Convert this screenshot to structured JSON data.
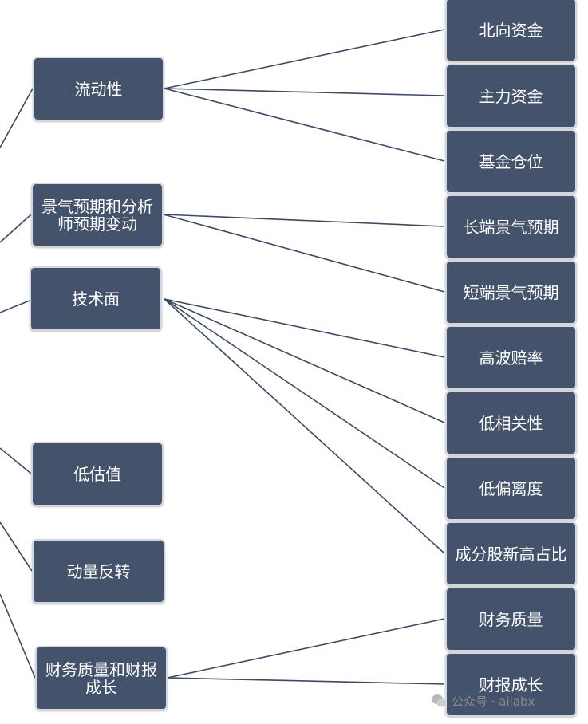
{
  "left_nodes": [
    {
      "id": "l1",
      "label": "流动性"
    },
    {
      "id": "l2",
      "label": "景气预期和分析\n师预期变动"
    },
    {
      "id": "l3",
      "label": "技术面"
    },
    {
      "id": "l4",
      "label": "低估值"
    },
    {
      "id": "l5",
      "label": "动量反转"
    },
    {
      "id": "l6",
      "label": "财务质量和财报\n成长"
    }
  ],
  "right_nodes": [
    {
      "id": "r1",
      "label": "北向资金"
    },
    {
      "id": "r2",
      "label": "主力资金"
    },
    {
      "id": "r3",
      "label": "基金仓位"
    },
    {
      "id": "r4",
      "label": "长端景气预期"
    },
    {
      "id": "r5",
      "label": "短端景气预期"
    },
    {
      "id": "r6",
      "label": "高波赔率"
    },
    {
      "id": "r7",
      "label": "低相关性"
    },
    {
      "id": "r8",
      "label": "低偏离度"
    },
    {
      "id": "r9",
      "label": "成分股新高占比"
    },
    {
      "id": "r10",
      "label": "财务质量"
    },
    {
      "id": "r11",
      "label": "财报成长"
    }
  ],
  "edges": [
    [
      "l1",
      "r1"
    ],
    [
      "l1",
      "r2"
    ],
    [
      "l1",
      "r3"
    ],
    [
      "l2",
      "r4"
    ],
    [
      "l2",
      "r5"
    ],
    [
      "l3",
      "r6"
    ],
    [
      "l3",
      "r7"
    ],
    [
      "l3",
      "r8"
    ],
    [
      "l3",
      "r9"
    ],
    [
      "l6",
      "r10"
    ],
    [
      "l6",
      "r11"
    ]
  ],
  "watermark": {
    "text": "公众号 · ailabx"
  }
}
